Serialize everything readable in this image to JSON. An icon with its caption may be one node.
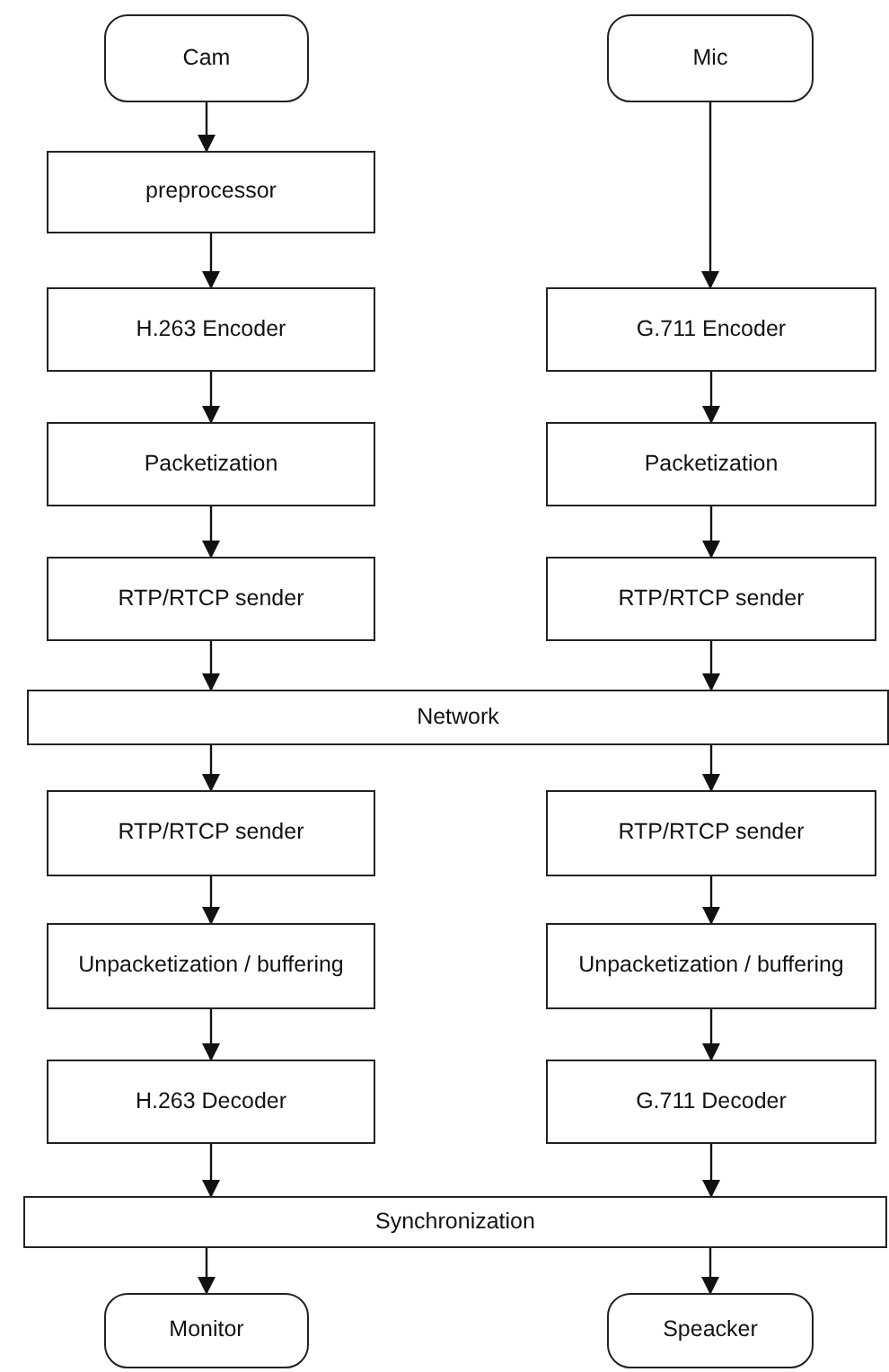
{
  "diagram": {
    "nodes": [
      {
        "text": [
          "Cam"
        ]
      },
      {
        "text": [
          "Mic"
        ]
      },
      {
        "text": [
          "preprocessor"
        ]
      },
      {
        "text": [
          "H.263 Encoder"
        ]
      },
      {
        "text": [
          "G.711 Encoder"
        ]
      },
      {
        "text": [
          "Packetization"
        ]
      },
      {
        "text": [
          "Packetization"
        ]
      },
      {
        "text": [
          "RTP/RTCP sender"
        ]
      },
      {
        "text": [
          "RTP/RTCP sender"
        ]
      },
      {
        "text": [
          "Network"
        ]
      },
      {
        "text": [
          "RTP/RTCP sender"
        ]
      },
      {
        "text": [
          "RTP/RTCP sender"
        ]
      },
      {
        "text": [
          "Unpacketization / buffering"
        ]
      },
      {
        "text": [
          "Unpacketization / buffering"
        ]
      },
      {
        "text": [
          "H.263 Decoder"
        ]
      },
      {
        "text": [
          "G.711 Decoder"
        ]
      },
      {
        "text": [
          "Synchronization"
        ]
      },
      {
        "text": [
          "Monitor"
        ]
      },
      {
        "text": [
          "Speacker"
        ]
      }
    ],
    "edges": [
      {
        "from": 0,
        "to": 2,
        "arrow": "to"
      },
      {
        "from": 2,
        "to": 3,
        "arrow": "to"
      },
      {
        "from": 3,
        "to": 5,
        "arrow": "to"
      },
      {
        "from": 5,
        "to": 7,
        "arrow": "to"
      },
      {
        "from": 7,
        "to": 9,
        "arrow": "to"
      },
      {
        "from": 9,
        "to": 10,
        "arrow": "to"
      },
      {
        "from": 10,
        "to": 12,
        "arrow": "to"
      },
      {
        "from": 12,
        "to": 14,
        "arrow": "to"
      },
      {
        "from": 14,
        "to": 16,
        "arrow": "to"
      },
      {
        "from": 16,
        "to": 17,
        "arrow": "to"
      },
      {
        "from": 1,
        "to": 4,
        "arrow": "to"
      },
      {
        "from": 4,
        "to": 6,
        "arrow": "to"
      },
      {
        "from": 6,
        "to": 8,
        "arrow": "to"
      },
      {
        "from": 8,
        "to": 9,
        "arrow": "to"
      },
      {
        "from": 9,
        "to": 11,
        "arrow": "to"
      },
      {
        "from": 11,
        "to": 13,
        "arrow": "to"
      },
      {
        "from": 13,
        "to": 15,
        "arrow": "to"
      },
      {
        "from": 15,
        "to": 16,
        "arrow": "to"
      },
      {
        "from": 16,
        "to": 18,
        "arrow": "to"
      }
    ]
  }
}
